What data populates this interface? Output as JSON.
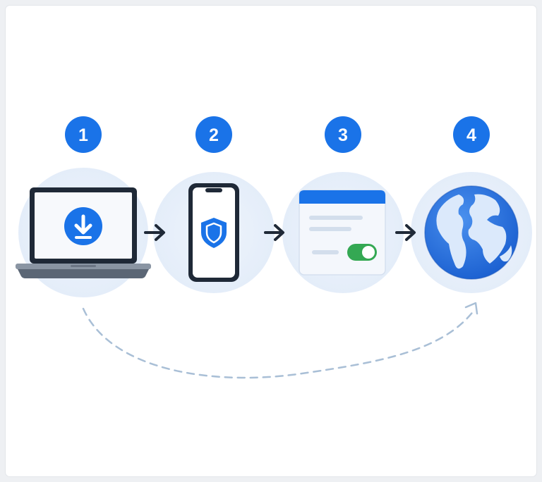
{
  "diagram": {
    "steps": [
      {
        "number": "1",
        "icon": "laptop-download-icon"
      },
      {
        "number": "2",
        "icon": "phone-shield-icon"
      },
      {
        "number": "3",
        "icon": "settings-toggle-window-icon"
      },
      {
        "number": "4",
        "icon": "globe-icon"
      }
    ],
    "connectors": [
      "arrow-right-icon",
      "arrow-right-icon",
      "arrow-right-icon"
    ],
    "loop": "dashed-return-arrow"
  },
  "colors": {
    "accent": "#1a73e8",
    "accent_dark": "#1558c7",
    "halo": "#e8f0fb",
    "device_dark": "#1f2937",
    "toggle_green": "#34a853",
    "dashed": "#a9bfd6",
    "arrow": "#1f2937"
  }
}
